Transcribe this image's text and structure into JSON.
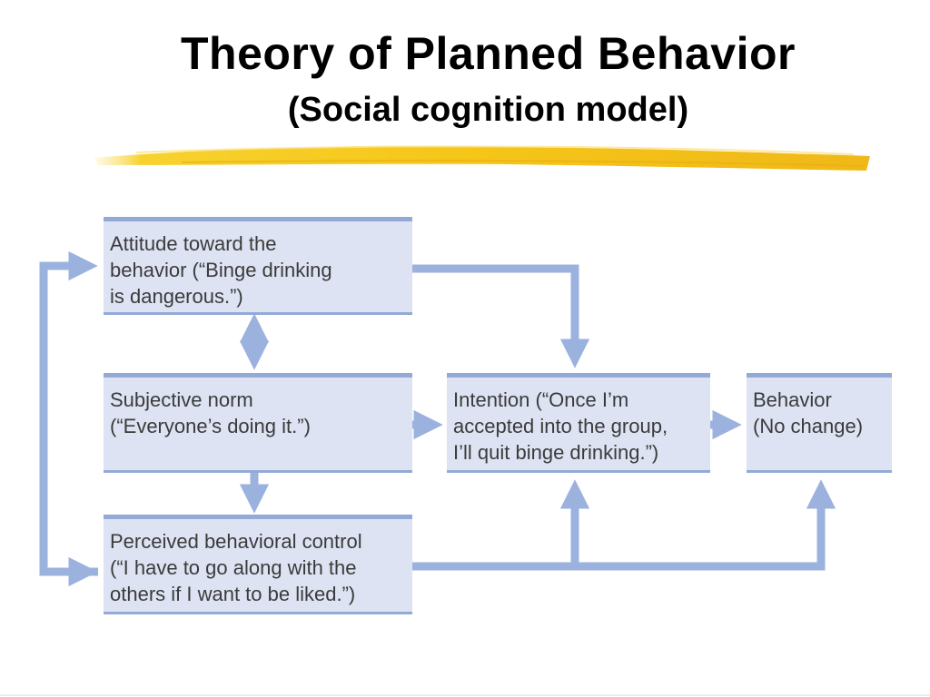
{
  "slide": {
    "title": "Theory of Planned Behavior",
    "subtitle": "(Social cognition model)"
  },
  "diagram": {
    "attitude": [
      "Attitude toward the",
      "behavior (“Binge drinking",
      "is dangerous.”)"
    ],
    "norm": [
      "Subjective norm",
      "(“Everyone’s doing it.”)"
    ],
    "control": [
      "Perceived behavioral control",
      "(“I have to go along with the",
      "others if I want to be liked.”)"
    ],
    "intention": [
      "Intention (“Once I’m",
      "accepted into the group,",
      "I’ll quit binge drinking.”)"
    ],
    "behavior": [
      "Behavior",
      "(No change)"
    ]
  },
  "colors": {
    "box_fill": "#dde3f3",
    "box_rule": "#94aad6",
    "arrow": "#9cb2de",
    "highlight": "#f5c518",
    "text": "#3b3b3b"
  }
}
